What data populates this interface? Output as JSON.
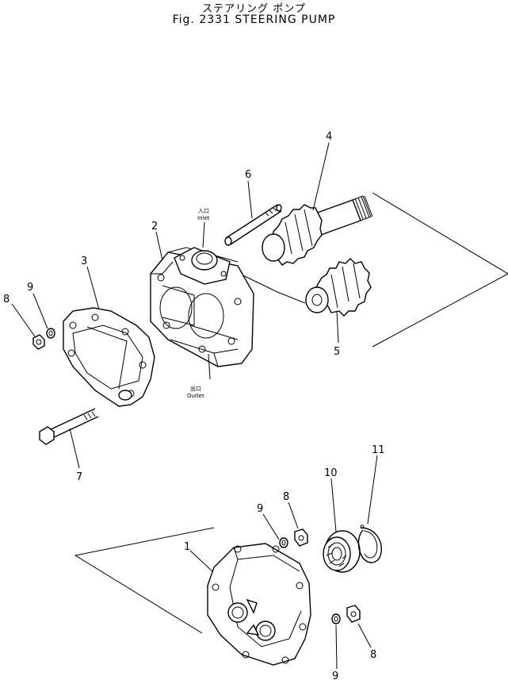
{
  "title_jp": "ステアリング  ポンプ",
  "title_en": "Fig. 2331  STEERING  PUMP",
  "ports": {
    "inlet_jp": "入口",
    "inlet_en": "Inlet",
    "outlet_jp": "出口",
    "outlet_en": "Outlet"
  },
  "callouts": [
    {
      "id": "c1",
      "label": "1"
    },
    {
      "id": "c2",
      "label": "2"
    },
    {
      "id": "c3",
      "label": "3"
    },
    {
      "id": "c4",
      "label": "4"
    },
    {
      "id": "c5",
      "label": "5"
    },
    {
      "id": "c6",
      "label": "6"
    },
    {
      "id": "c7",
      "label": "7"
    },
    {
      "id": "c8a",
      "label": "8"
    },
    {
      "id": "c8b",
      "label": "8"
    },
    {
      "id": "c8c",
      "label": "8"
    },
    {
      "id": "c9a",
      "label": "9"
    },
    {
      "id": "c9b",
      "label": "9"
    },
    {
      "id": "c9c",
      "label": "9"
    },
    {
      "id": "c10",
      "label": "10"
    },
    {
      "id": "c11",
      "label": "11"
    }
  ]
}
